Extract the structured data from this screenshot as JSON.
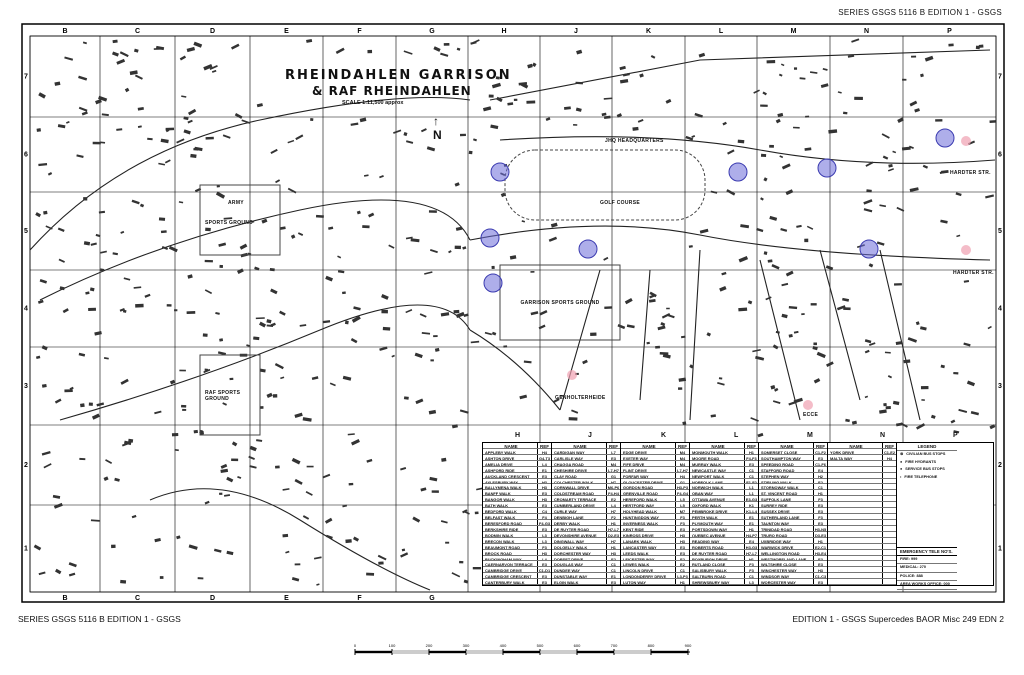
{
  "header": {
    "series": "SERIES GSGS 5116 B EDITION 1 - GSGS"
  },
  "title": {
    "line1": "RHEINDAHLEN GARRISON",
    "line2": "& RAF RHEINDAHLEN",
    "scale": "SCALE 1:11,500 approx",
    "north": "N"
  },
  "grid": {
    "columns": [
      "B",
      "C",
      "D",
      "E",
      "F",
      "G",
      "H",
      "J",
      "K",
      "L",
      "M",
      "N",
      "P"
    ],
    "rows": [
      "7",
      "6",
      "5",
      "4",
      "3",
      "2",
      "1"
    ],
    "bottom_columns": [
      "B",
      "C",
      "D",
      "E",
      "F",
      "G"
    ]
  },
  "map_labels": {
    "golf": "GOLF COURSE",
    "garrison_sports": "GARRISON SPORTS GROUND",
    "sports": "SPORTS GROUND",
    "army": "ARMY",
    "hq": "JHQ HEADQUARTERS",
    "raf": "RAF SPORTS GROUND",
    "genholt": "GENHOLTERHEIDE",
    "eicken": "ECCE",
    "hardter1": "HARDTER STR.",
    "hardter2": "HARDTER STR."
  },
  "markers": {
    "blue_color": "#6b6bd8",
    "pink_color": "#f0a0b0"
  },
  "index": {
    "col_letters": [
      "H",
      "J",
      "K",
      "L",
      "M",
      "N",
      "P"
    ],
    "name_header": "NAME",
    "ref_header": "REF",
    "columns": [
      {
        "rows": [
          [
            "APPLEBY WALK",
            "H4"
          ],
          [
            "ASHTON DRIVE",
            "G4-T3"
          ],
          [
            "AMELIA DRIVE",
            "L4"
          ],
          [
            "ASHFORD RIDE",
            "E1"
          ],
          [
            "AUCKLAND CRESCENT",
            "E3"
          ],
          [
            "AYLESBURY WAY",
            "H3"
          ],
          [
            "BALLYMENA WALK",
            "H3"
          ],
          [
            "BANFF WALK",
            "E3"
          ],
          [
            "BANGOR WALK",
            "H3"
          ],
          [
            "BATH WALK",
            "E3"
          ],
          [
            "BEDFORD WALK",
            "C4"
          ],
          [
            "BELFAST WALK",
            "F4"
          ],
          [
            "BERESFORD ROAD",
            "F4-G3"
          ],
          [
            "BERKSHIRE RIDE",
            "E3"
          ],
          [
            "BODMIN WALK",
            "L3"
          ],
          [
            "BRECON WALK",
            "L3"
          ],
          [
            "BEAUMONT ROAD",
            "F3"
          ],
          [
            "BROCK ROAD",
            "H3"
          ],
          [
            "BUCKINGHAM WAY",
            "L4"
          ],
          [
            "CAERNARVON TERRACE",
            "E3"
          ],
          [
            "CAMBRIDGE DRIVE",
            "C1-D1"
          ],
          [
            "CAMBRIDGE CRESCENT",
            "E3"
          ],
          [
            "CANTERBURY WALK",
            "E3"
          ]
        ]
      },
      {
        "rows": [
          [
            "CARDIGAN WAY",
            "L7"
          ],
          [
            "CARLISLE WAY",
            "E3"
          ],
          [
            "CHAGGA ROAD",
            "M4"
          ],
          [
            "CHESHIRE DRIVE",
            "L7-H7"
          ],
          [
            "CLAY ROAD",
            "G1"
          ],
          [
            "COLCHESTER WALK",
            "H7"
          ],
          [
            "CORNWALL DRIVE",
            "M6-P6"
          ],
          [
            "COLDSTREAM ROAD",
            "F4-H4"
          ],
          [
            "CROMARTY TERRACE",
            "E2"
          ],
          [
            "CUMBERLAND DRIVE",
            "L4"
          ],
          [
            "CURLE WAY",
            "H7"
          ],
          [
            "DENBIGH LANE",
            "F2"
          ],
          [
            "DERBY WALK",
            "H1"
          ],
          [
            "DE RUYTER ROAD",
            "H7-L7"
          ],
          [
            "DEVONSHIRE AVENUE",
            "D2-E3"
          ],
          [
            "DINGWALL WAY",
            "H7"
          ],
          [
            "DOLGELLY WALK",
            "H1"
          ],
          [
            "DORCHESTER WAY",
            "H3"
          ],
          [
            "DORSET DRIVE",
            "E2"
          ],
          [
            "DOUGLAS WAY",
            "C1"
          ],
          [
            "DUNDEE WAY",
            "C1"
          ],
          [
            "DUNSTABLE WAY",
            "E1"
          ],
          [
            "ELGIN WALK",
            "E3"
          ]
        ]
      },
      {
        "rows": [
          [
            "EDGE DRIVE",
            "M4"
          ],
          [
            "EXETER WAY",
            "M4"
          ],
          [
            "FIFE DRIVE",
            "M4"
          ],
          [
            "FLINT DRIVE",
            "L7-H7"
          ],
          [
            "FORFAR WAY",
            "H4"
          ],
          [
            "GLOUCESTER DRIVE",
            "G1"
          ],
          [
            "GORDON ROAD",
            "H3-P3"
          ],
          [
            "GRENVILLE ROAD",
            "F4-G4"
          ],
          [
            "HEREFORD WALK",
            "L5"
          ],
          [
            "HERTFORD WAY",
            "L5"
          ],
          [
            "HOLYHEAD WALK",
            "M7"
          ],
          [
            "HUNTINGDON WAY",
            "F3"
          ],
          [
            "INVERNESS WALK",
            "F3"
          ],
          [
            "KENT RIDE",
            "E3"
          ],
          [
            "KINROSS DRIVE",
            "H3"
          ],
          [
            "LANARK WALK",
            "H3"
          ],
          [
            "LANCASTER WAY",
            "E3"
          ],
          [
            "LEEDS WALK",
            "E3"
          ],
          [
            "LEICESTER WAY",
            "E2"
          ],
          [
            "LEWES WALK",
            "E2"
          ],
          [
            "LINCOLN DRIVE",
            "C1"
          ],
          [
            "LONDONDERRY DRIVE",
            "L3-P3"
          ],
          [
            "LUTON WAY",
            "H1"
          ]
        ]
      },
      {
        "rows": [
          [
            "MONMOUTH WALK",
            "H1"
          ],
          [
            "MOORE ROAD",
            "F4-F3"
          ],
          [
            "MURRAY WALK",
            "E3"
          ],
          [
            "NEWCASTLE WAY",
            "C1"
          ],
          [
            "NEWPORT WALK",
            "C1"
          ],
          [
            "NORFOLK LANE",
            "E1-F2"
          ],
          [
            "NORWICH WALK",
            "L1"
          ],
          [
            "OBAN WAY",
            "L1"
          ],
          [
            "OTTAWA AVENUE",
            "E3-G3"
          ],
          [
            "OXFORD WALK",
            "K1"
          ],
          [
            "PEMBROKE DRIVE",
            "K1-L4"
          ],
          [
            "PERTH WALK",
            "E1"
          ],
          [
            "PLYMOUTH WAY",
            "E1"
          ],
          [
            "PORTSDOWN WAY",
            "H1"
          ],
          [
            "QUEBEC AVENUE",
            "H4-P7"
          ],
          [
            "READING WAY",
            "E4"
          ],
          [
            "ROBERTS ROAD",
            "H3-G3"
          ],
          [
            "DE RUYTER ROAD",
            "H7-L7"
          ],
          [
            "ROXBURGH DRIVE",
            "H1"
          ],
          [
            "RUTLAND CLOSE",
            "F3"
          ],
          [
            "SALISBURY WALK",
            "F3"
          ],
          [
            "SALTBURN ROAD",
            "C1"
          ],
          [
            "SHREWSBURY WAY",
            "L3"
          ]
        ]
      },
      {
        "rows": [
          [
            "SOMERSET CLOSE",
            "C1-F2"
          ],
          [
            "SOUTHAMPTON WAY",
            "E3"
          ],
          [
            "SPEEDING ROAD",
            "C1-F6"
          ],
          [
            "STAFFORD ROAD",
            "E4"
          ],
          [
            "STEPHEN WAY",
            "H2"
          ],
          [
            "STIRLING WALK",
            "E2"
          ],
          [
            "STORNOWAY WALK",
            "C1"
          ],
          [
            "ST. VINCENT ROAD",
            "H1"
          ],
          [
            "SUFFOLK LANE",
            "F3"
          ],
          [
            "SURREY RIDE",
            "E3"
          ],
          [
            "SUSSEX DRIVE",
            "E3"
          ],
          [
            "SUTHERLAND LANE",
            "F3"
          ],
          [
            "TAUNTON WAY",
            "E3"
          ],
          [
            "TRINIDAD ROAD",
            "H3-N5"
          ],
          [
            "TRURO ROAD",
            "D3-E3"
          ],
          [
            "UXBRIDGE WAY",
            "H1"
          ],
          [
            "WARWICK DRIVE",
            "E2-C1"
          ],
          [
            "WELLINGTON ROAD",
            "H3-E4"
          ],
          [
            "WESTMORELAND LANE",
            "E3"
          ],
          [
            "WILTSHIRE CLOSE",
            "E3"
          ],
          [
            "WINCHESTER WAY",
            "H3"
          ],
          [
            "WINDSOR WAY",
            "C1-C3"
          ],
          [
            "WORCESTER WAY",
            "E3"
          ]
        ]
      },
      {
        "rows": [
          [
            "YORK DRIVE",
            "C1-E2"
          ],
          [
            "MALTA WAY",
            "H4"
          ]
        ]
      }
    ],
    "legend": {
      "title": "LEGEND",
      "items": [
        "CIVILIAN BUS STOPS",
        "FIRE HYDRANTS",
        "SERVICE BUS STOPS",
        "FIRE TELEPHONE"
      ],
      "emergency_title": "EMERGENCY TELE NO'S.",
      "emergency": [
        "FIRE: 999",
        "MEDICAL: 270",
        "POLICE: 888",
        "AREA WORKS OFFICE: 000"
      ]
    }
  },
  "footer": {
    "left": "SERIES GSGS 5116 B EDITION 1 - GSGS",
    "right": "EDITION 1 - GSGS Supercedes BAOR Misc 249 EDN 2"
  },
  "scalebar": {
    "labels": [
      "0",
      "100",
      "200",
      "300",
      "400",
      "500",
      "600",
      "700",
      "800",
      "900"
    ]
  }
}
